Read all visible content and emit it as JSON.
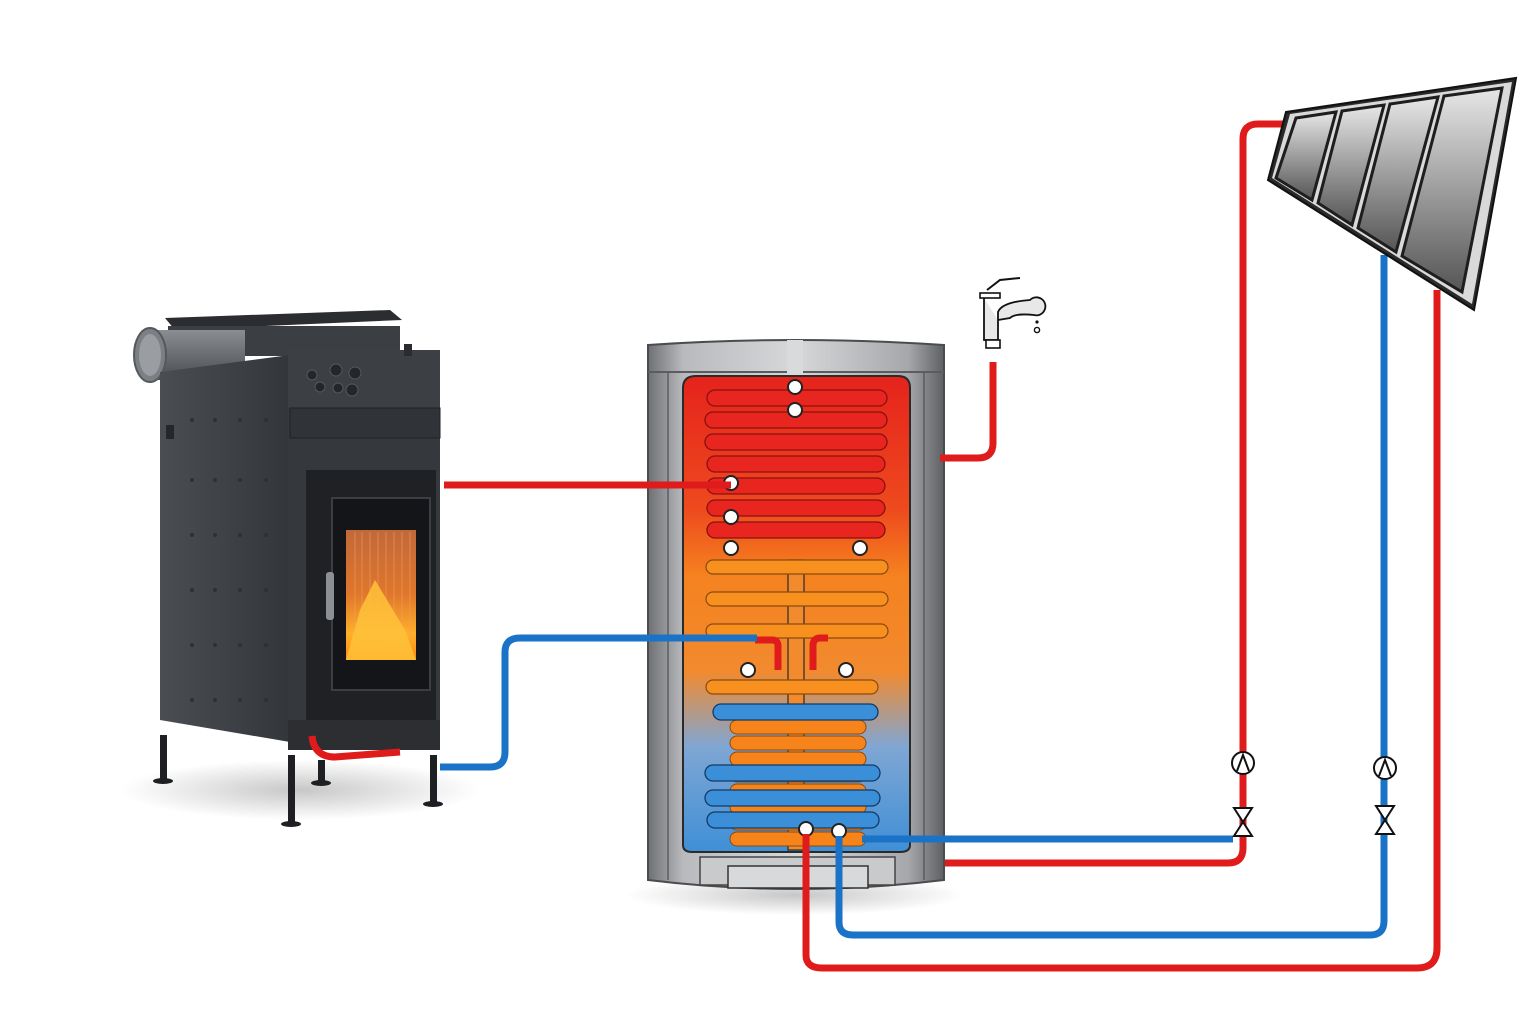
{
  "diagram": {
    "title": "",
    "components": [
      {
        "id": "wood-stove",
        "label": "",
        "type": "water-jacketed fireplace stove"
      },
      {
        "id": "buffer-tank",
        "label": "",
        "type": "combi storage tank with heat exchanger coils"
      },
      {
        "id": "hot-water-tap",
        "label": "",
        "type": "faucet / domestic hot water outlet"
      },
      {
        "id": "solar-collector",
        "label": "",
        "type": "flat-plate solar collector, 4 panels"
      },
      {
        "id": "solar-pump-flow",
        "label": "",
        "type": "circulation pump"
      },
      {
        "id": "solar-pump-return",
        "label": "",
        "type": "circulation pump"
      },
      {
        "id": "valve-flow",
        "label": "",
        "type": "shut-off valve"
      },
      {
        "id": "valve-return",
        "label": "",
        "type": "shut-off valve"
      }
    ],
    "connections": [
      {
        "from": "wood-stove",
        "to": "buffer-tank",
        "kind": "hot flow"
      },
      {
        "from": "buffer-tank",
        "to": "wood-stove",
        "kind": "cold return"
      },
      {
        "from": "buffer-tank",
        "to": "hot-water-tap",
        "kind": "hot flow"
      },
      {
        "from": "solar-collector",
        "to": "buffer-tank",
        "kind": "hot flow"
      },
      {
        "from": "buffer-tank",
        "to": "solar-collector",
        "kind": "cold return"
      }
    ],
    "tank_panels": 4,
    "colors": {
      "hot": "#e01b1b",
      "cold": "#1a73c7",
      "warm": "#f5821f",
      "stove_body": "#3a3d42",
      "tank_shell": "#9a9ca0",
      "flame": "#ff9a1a",
      "background": "#ffffff"
    }
  }
}
